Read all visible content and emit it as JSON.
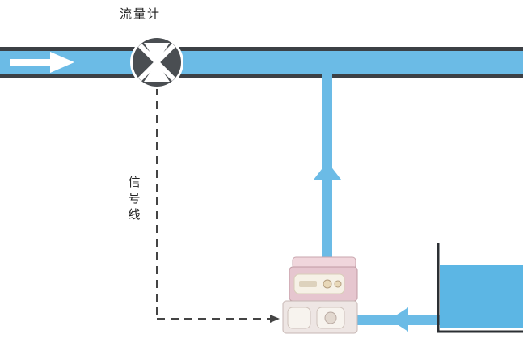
{
  "labels": {
    "flowmeter": "流量计",
    "signal_line": [
      "信",
      "号",
      "线"
    ]
  },
  "colors": {
    "pipe_fill": "#6bbbe6",
    "pipe_edge": "#3c4045",
    "meter_body": "#4a4e52",
    "tank_fill": "#5cb6e4",
    "arrow": "#ffffff",
    "signal_line": "#444444",
    "pump_shell": "#e6c6cf"
  }
}
